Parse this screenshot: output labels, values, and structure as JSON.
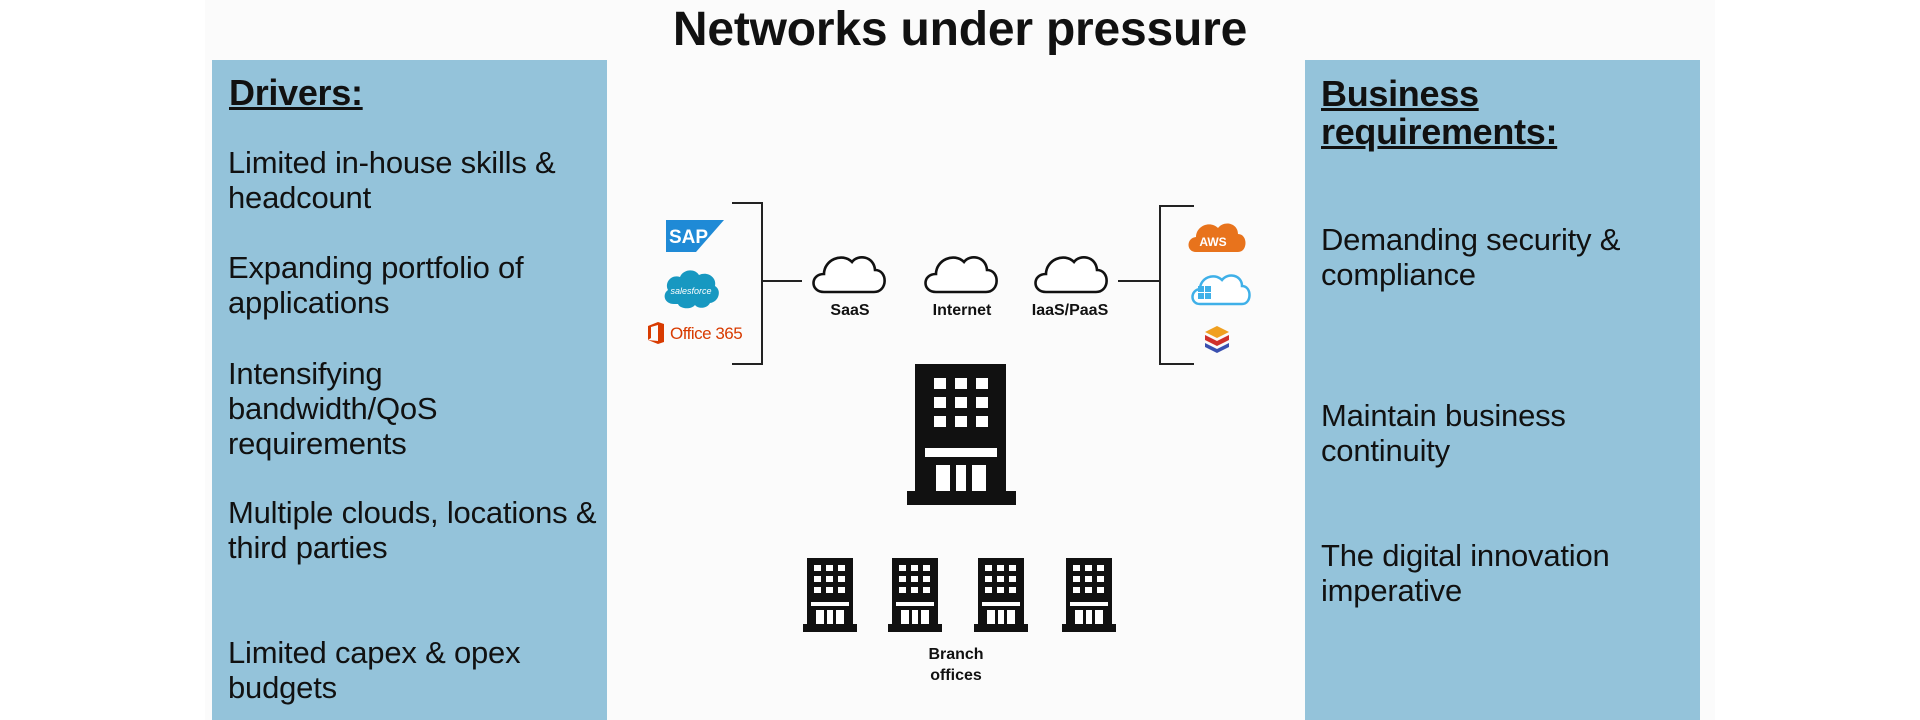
{
  "title": "Networks under pressure",
  "drivers": {
    "heading": "Drivers:",
    "items": [
      "Limited in-house skills & headcount",
      "Expanding portfolio of applications",
      "Intensifying bandwidth/QoS requirements",
      "Multiple clouds, locations & third parties",
      "Limited capex & opex budgets"
    ]
  },
  "business": {
    "heading": "Business requirements:",
    "items": [
      "Demanding security & compliance",
      "Maintain business continuity",
      "The digital innovation imperative"
    ]
  },
  "diagram": {
    "clouds": [
      "SaaS",
      "Internet",
      "IaaS/PaaS"
    ],
    "branch_label": "Branch offices",
    "saas_logos": [
      "SAP",
      "salesforce",
      "Office 365"
    ],
    "iaas_logos": [
      "AWS"
    ],
    "colors": {
      "sap": "#1f8ad6",
      "salesforce": "#1798c1",
      "office": "#d83b01",
      "aws": "#e8731c",
      "azure": "#3fb0e8",
      "panel": "#94c3da"
    }
  }
}
